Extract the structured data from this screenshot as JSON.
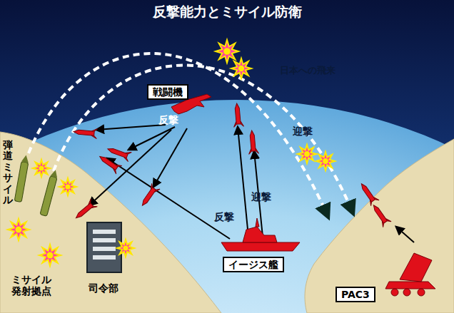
{
  "diagram": {
    "title": "反撃能力とミサイル防衛",
    "nodes": [
      {
        "text": [
          "戦闘機"
        ]
      },
      {
        "text": [
          "イージス艦"
        ]
      },
      {
        "text": [
          "PAC3"
        ]
      }
    ],
    "labels": [
      "日本への飛来",
      "反撃",
      "迎撃",
      "迎撃",
      "反撃",
      "弾道ミサイル",
      "ミサイル 発射拠点",
      "司令部"
    ]
  }
}
